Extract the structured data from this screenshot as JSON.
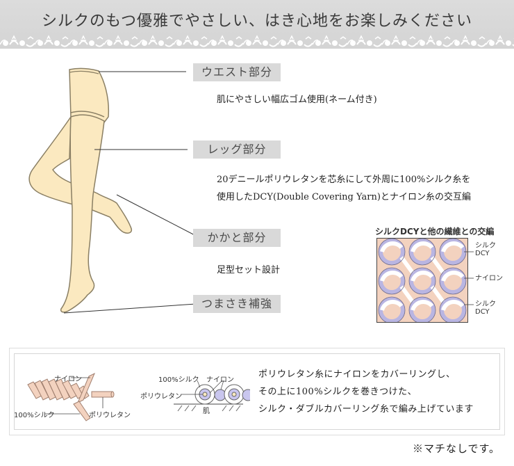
{
  "header": {
    "title": "シルクのもつ優雅でやさしい、はき心地をお楽しみください"
  },
  "parts": [
    {
      "label": "ウエスト部分",
      "description": [
        "肌にやさしい幅広ゴム使用(ネーム付き)"
      ]
    },
    {
      "label": "レッグ部分",
      "description": [
        "20デニールポリウレタンを芯糸にして外周に100%シルク糸を",
        "使用したDCY(Double Covering Yarn)とナイロン糸の交互編"
      ]
    },
    {
      "label": "かかと部分",
      "description": [
        "足型セット設計"
      ]
    },
    {
      "label": "つまさき補強",
      "description": []
    }
  ],
  "knit_diagram": {
    "title": "シルクDCYと他の繊維との交編",
    "labels": [
      "シルク DCY",
      "ナイロン",
      "シルク DCY"
    ],
    "colors": {
      "background": "#f3d2bf",
      "silk": "#ffffff",
      "nylon": "#b9b5e2"
    }
  },
  "yarn_diagram": {
    "twist_labels": {
      "nylon": "ナイロン",
      "silk": "100%シルク",
      "polyurethane": "ポリウレタン"
    },
    "cross_labels": {
      "silk": "100%シルク",
      "nylon": "ナイロン",
      "polyurethane": "ポリウレタン",
      "skin": "肌"
    },
    "description": [
      "ポリウレタン糸にナイロンをカバーリングし、",
      "その上に100%シルクを巻きつけた、",
      "シルク・ダブルカバーリング糸で編み上げています"
    ]
  },
  "footnote": "※マチなしです。",
  "colors": {
    "header_bg": "#d8d8d8",
    "label_bg": "#d9d9d9",
    "leg_fill": "#fbe9c0",
    "leg_stroke": "#8a7f64",
    "yarn_peach": "#f3d2bf"
  }
}
